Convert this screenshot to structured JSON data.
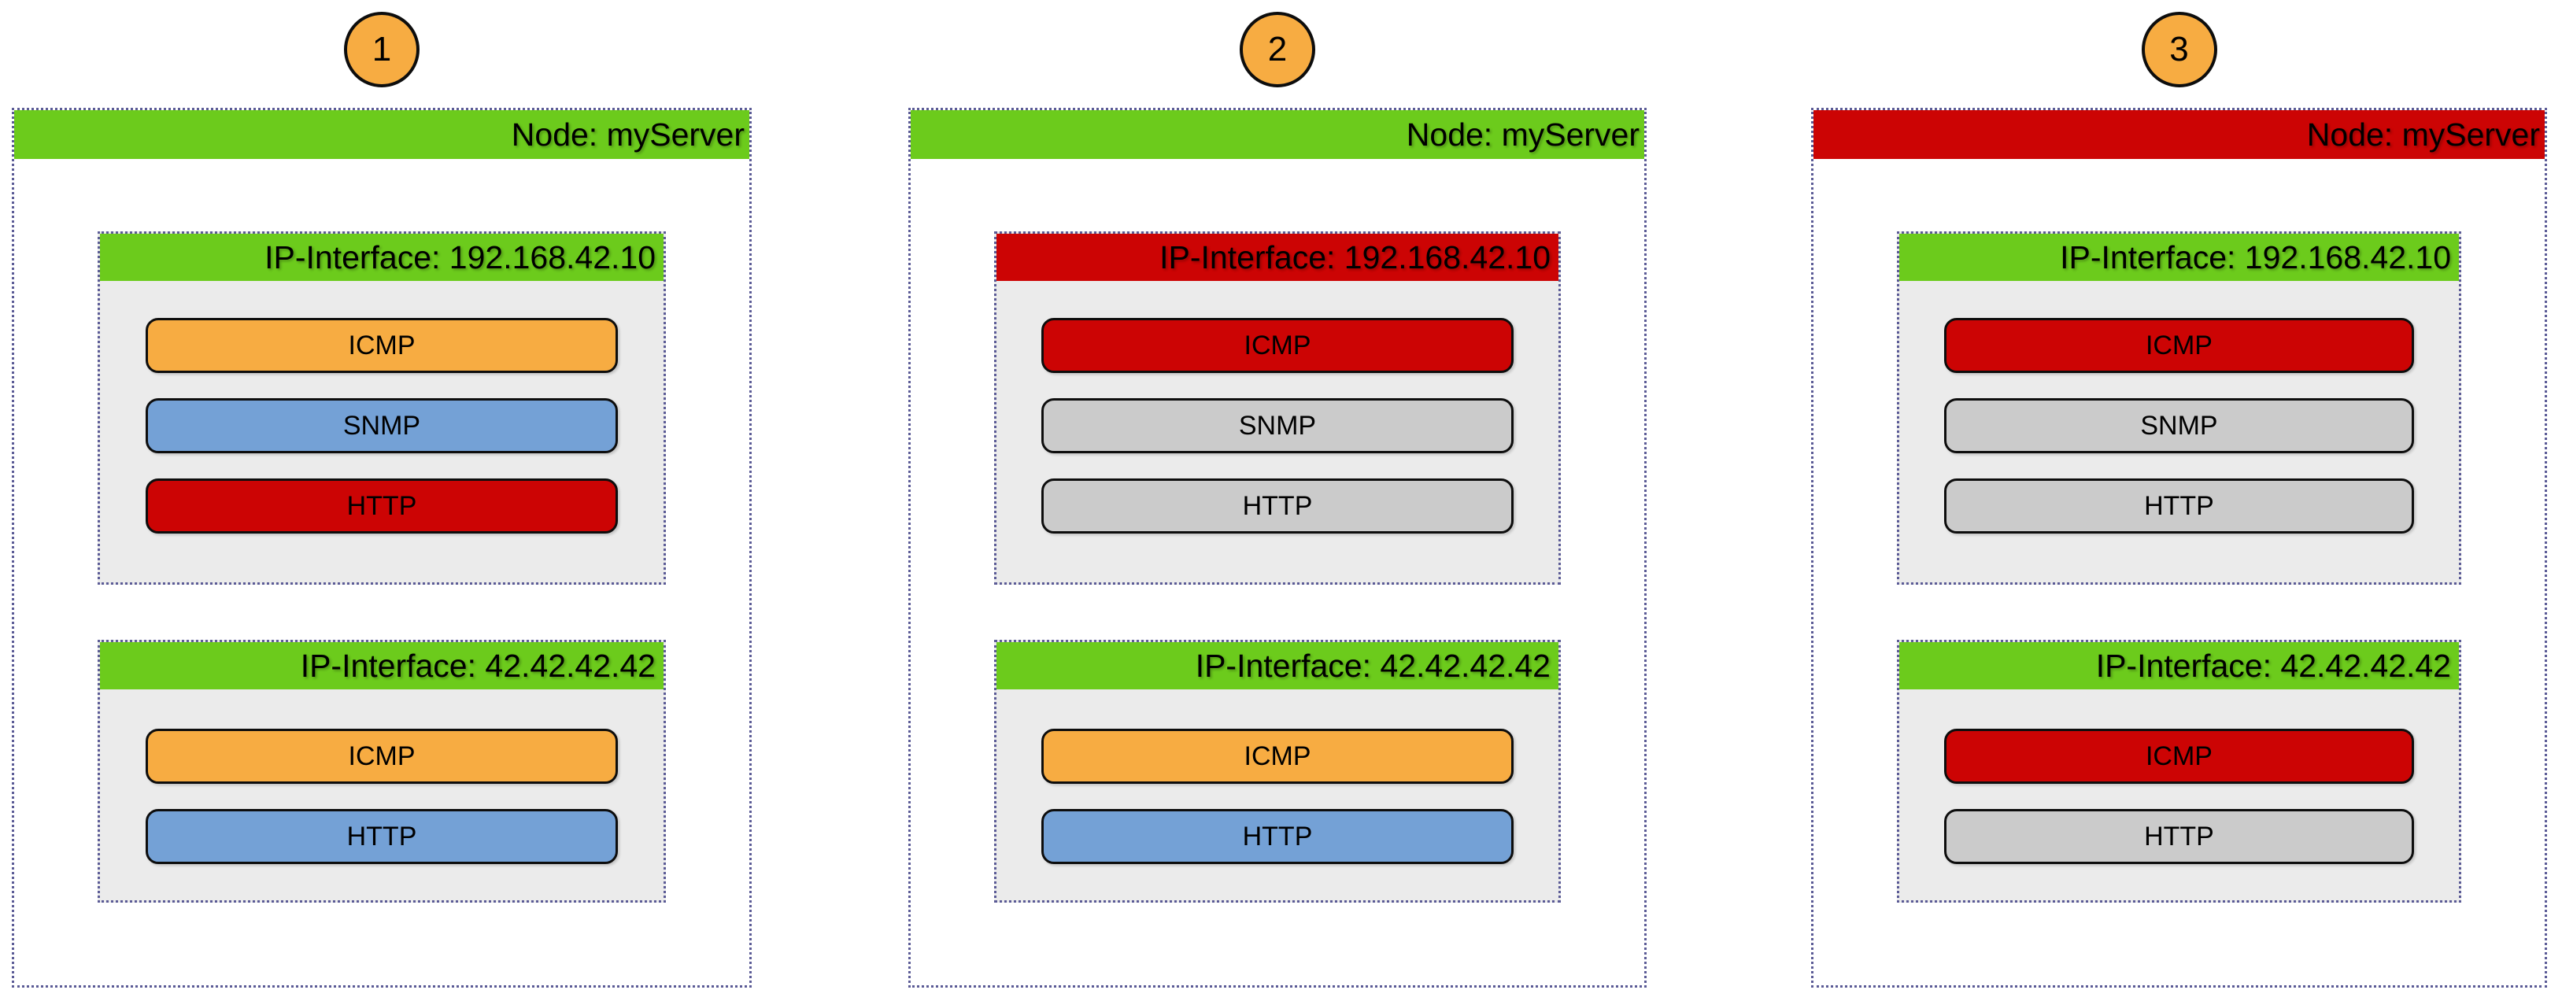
{
  "palette": {
    "ok_green": "#6CCB1C",
    "down_red": "#CC0404",
    "icmp_orange": "#F7AC42",
    "snmp_blue": "#74A1D6",
    "unknown_gray": "#CBCBCB",
    "box_body_gray": "#EBEBEB",
    "dotted_border": "#5b5b96",
    "circle_orange": "#F7AC42"
  },
  "panels": [
    {
      "step_label": "1",
      "node_label": "Node: myServer",
      "node_color": "#6CCB1C",
      "interfaces": [
        {
          "label": "IP-Interface: 192.168.42.10",
          "header_color": "#6CCB1C",
          "services": [
            {
              "label": "ICMP",
              "color": "#F7AC42"
            },
            {
              "label": "SNMP",
              "color": "#74A1D6"
            },
            {
              "label": "HTTP",
              "color": "#CC0404"
            }
          ]
        },
        {
          "label": "IP-Interface: 42.42.42.42",
          "header_color": "#6CCB1C",
          "services": [
            {
              "label": "ICMP",
              "color": "#F7AC42"
            },
            {
              "label": "HTTP",
              "color": "#74A1D6"
            }
          ]
        }
      ]
    },
    {
      "step_label": "2",
      "node_label": "Node: myServer",
      "node_color": "#6CCB1C",
      "interfaces": [
        {
          "label": "IP-Interface: 192.168.42.10",
          "header_color": "#CC0404",
          "services": [
            {
              "label": "ICMP",
              "color": "#CC0404"
            },
            {
              "label": "SNMP",
              "color": "#CBCBCB"
            },
            {
              "label": "HTTP",
              "color": "#CBCBCB"
            }
          ]
        },
        {
          "label": "IP-Interface: 42.42.42.42",
          "header_color": "#6CCB1C",
          "services": [
            {
              "label": "ICMP",
              "color": "#F7AC42"
            },
            {
              "label": "HTTP",
              "color": "#74A1D6"
            }
          ]
        }
      ]
    },
    {
      "step_label": "3",
      "node_label": "Node: myServer",
      "node_color": "#CC0404",
      "interfaces": [
        {
          "label": "IP-Interface: 192.168.42.10",
          "header_color": "#6CCB1C",
          "services": [
            {
              "label": "ICMP",
              "color": "#CC0404"
            },
            {
              "label": "SNMP",
              "color": "#CBCBCB"
            },
            {
              "label": "HTTP",
              "color": "#CBCBCB"
            }
          ]
        },
        {
          "label": "IP-Interface: 42.42.42.42",
          "header_color": "#6CCB1C",
          "services": [
            {
              "label": "ICMP",
              "color": "#CC0404"
            },
            {
              "label": "HTTP",
              "color": "#CBCBCB"
            }
          ]
        }
      ]
    }
  ]
}
